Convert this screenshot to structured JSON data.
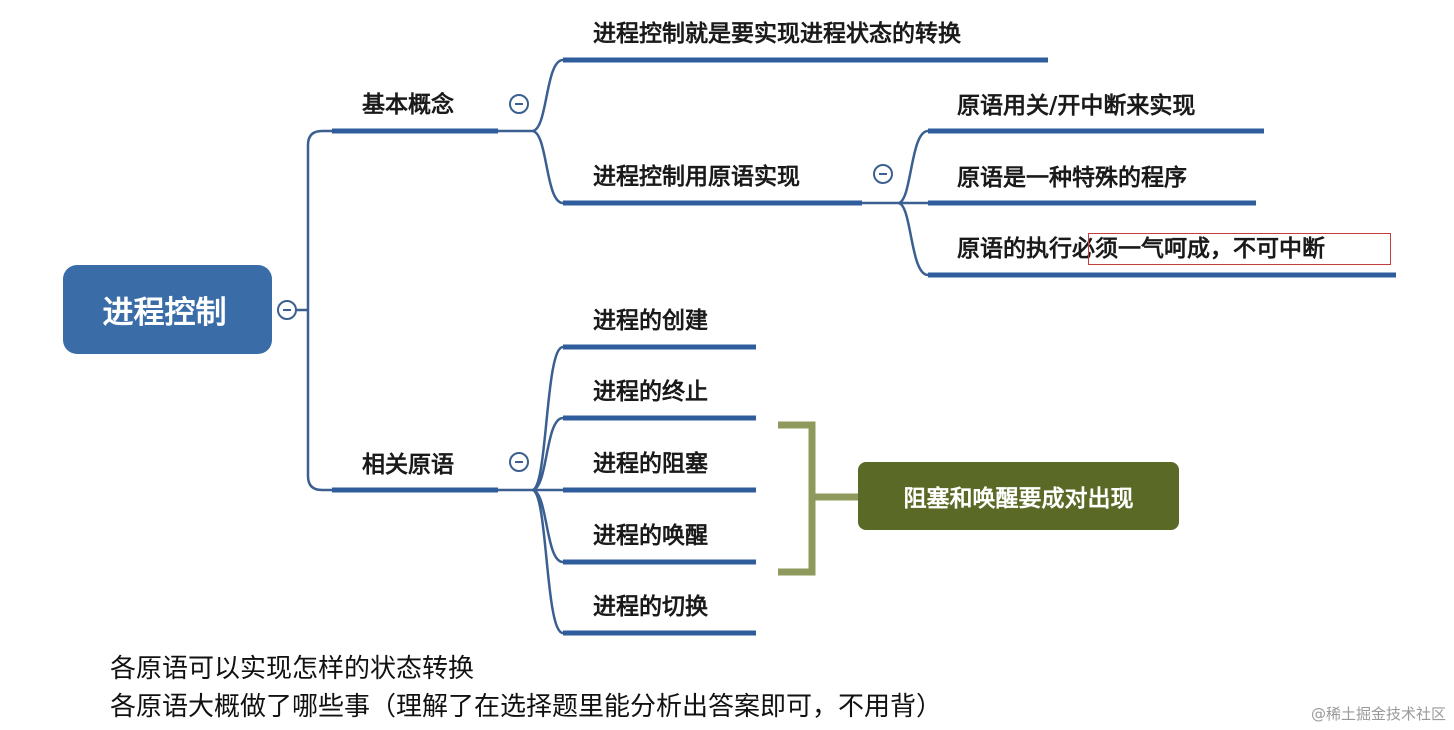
{
  "root": {
    "label": "进程控制"
  },
  "branches": [
    {
      "label": "基本概念",
      "children": [
        {
          "label": "进程控制就是要实现进程状态的转换"
        },
        {
          "label": "进程控制用原语实现",
          "children": [
            {
              "label": "原语用关/开中断来实现"
            },
            {
              "label": "原语是一种特殊的程序"
            },
            {
              "label": "原语的执行",
              "highlight": "必须一气呵成，不可中断"
            }
          ]
        }
      ]
    },
    {
      "label": "相关原语",
      "children": [
        {
          "label": "进程的创建"
        },
        {
          "label": "进程的终止"
        },
        {
          "label": "进程的阻塞"
        },
        {
          "label": "进程的唤醒"
        },
        {
          "label": "进程的切换"
        }
      ]
    }
  ],
  "summary": {
    "label": "阻塞和唤醒要成对出现"
  },
  "footnotes": [
    "各原语可以实现怎样的状态转换",
    "各原语大概做了哪些事（理解了在选择题里能分析出答案即可，不用背）"
  ],
  "watermark": "@稀土掘金技术社区",
  "colors": {
    "root": "#3a6da8",
    "connector": "#3a5f90",
    "underline": "#2f5d9c",
    "summary": "#5a6a26",
    "bracket": "#8e9a5c",
    "highlight_border": "#c43c3c"
  }
}
